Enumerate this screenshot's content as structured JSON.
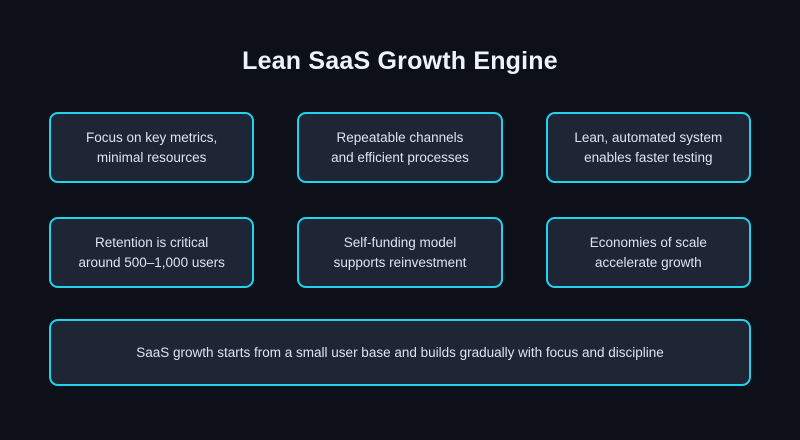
{
  "slide": {
    "title": "Lean SaaS Growth Engine",
    "background_color": "#0d1018",
    "accent_color": "#22d3ee",
    "card_fill_color": "#1e2535",
    "text_color": "#dbe4f3",
    "cards": [
      {
        "text": "Focus on key metrics,\nminimal resources"
      },
      {
        "text": "Repeatable channels\nand efficient processes"
      },
      {
        "text": "Lean, automated system\nenables faster testing"
      },
      {
        "text": "Retention is critical\naround 500–1,000 users"
      },
      {
        "text": "Self-funding model\nsupports reinvestment"
      },
      {
        "text": "Economies of scale\naccelerate growth"
      }
    ],
    "banner": {
      "text": "SaaS growth starts from a small user base and builds gradually with focus and discipline"
    }
  }
}
